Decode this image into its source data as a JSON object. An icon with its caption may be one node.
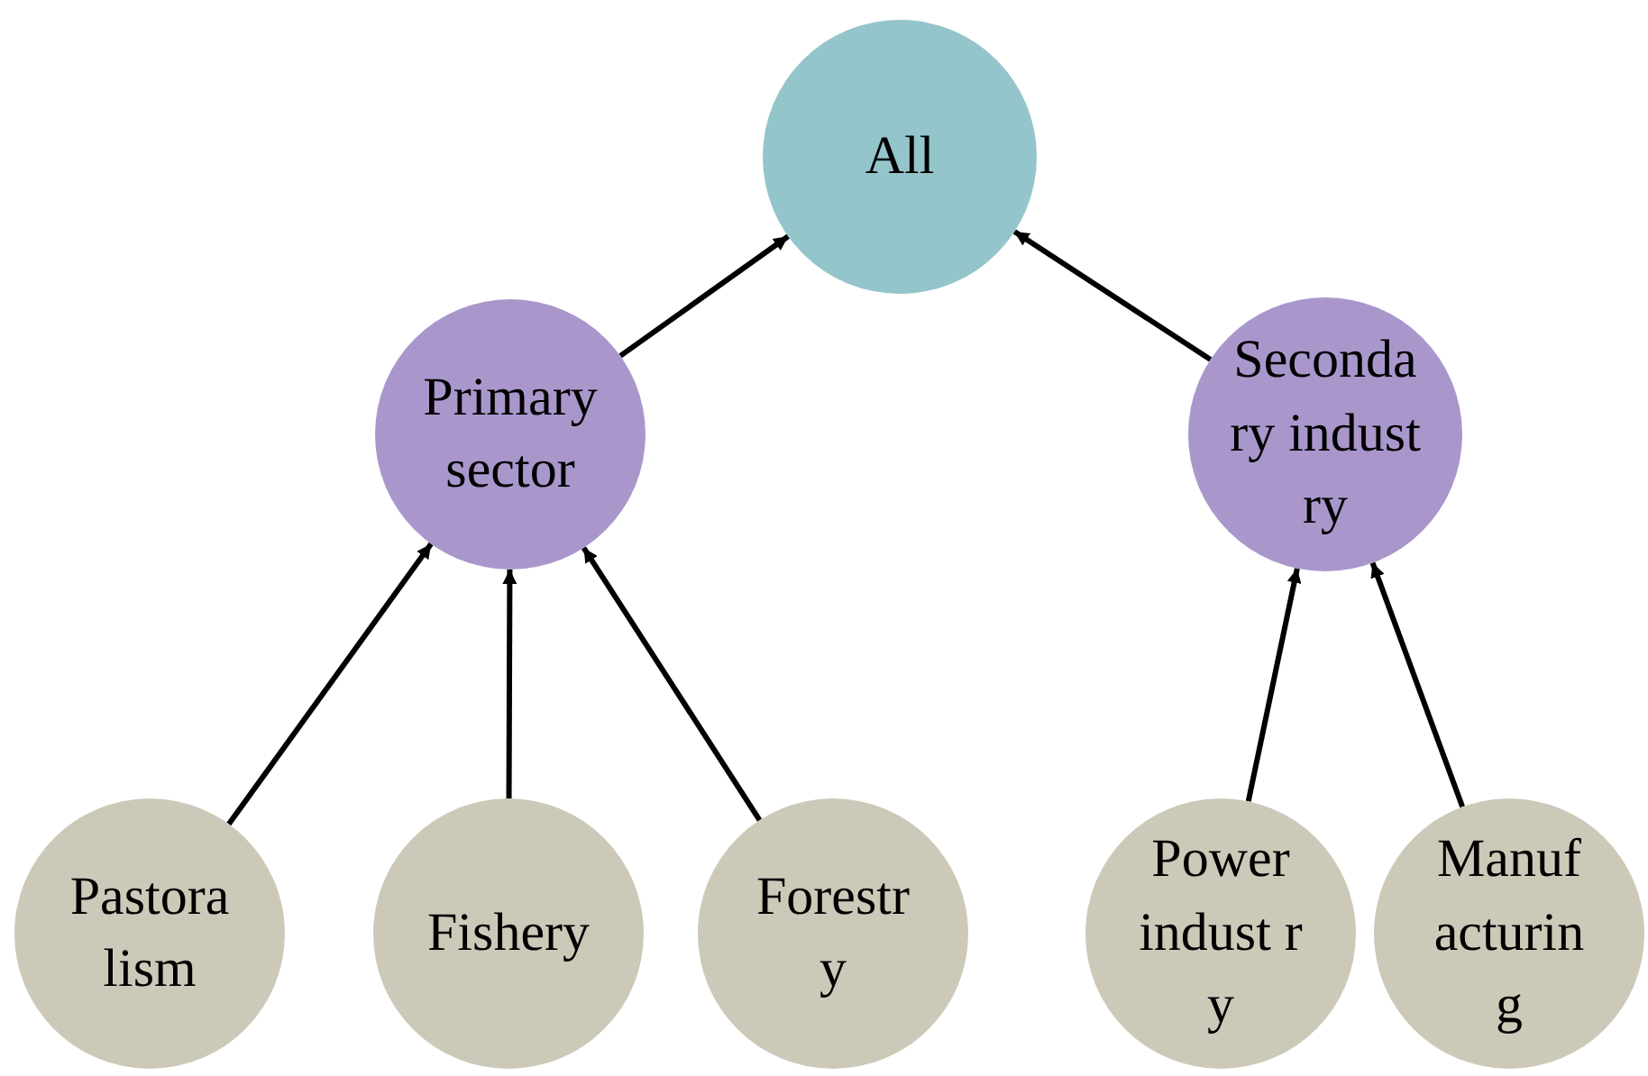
{
  "diagram": {
    "nodes": [
      {
        "text": [
          "All"
        ]
      },
      {
        "text": [
          "Primary sector"
        ]
      },
      {
        "text": [
          "Seconda ry indust ry"
        ]
      },
      {
        "text": [
          "Pastora lism"
        ]
      },
      {
        "text": [
          "Fishery"
        ]
      },
      {
        "text": [
          "Forestr y"
        ]
      },
      {
        "text": [
          "Power indust r y"
        ]
      },
      {
        "text": [
          "Manuf acturin g"
        ]
      }
    ],
    "edges": [
      {
        "from": 1,
        "to": 0,
        "arrow": "to"
      },
      {
        "from": 2,
        "to": 0,
        "arrow": "to"
      },
      {
        "from": 3,
        "to": 1,
        "arrow": "to"
      },
      {
        "from": 4,
        "to": 1,
        "arrow": "to"
      },
      {
        "from": 5,
        "to": 1,
        "arrow": "to"
      },
      {
        "from": 6,
        "to": 2,
        "arrow": "to"
      },
      {
        "from": 7,
        "to": 2,
        "arrow": "to"
      }
    ]
  }
}
